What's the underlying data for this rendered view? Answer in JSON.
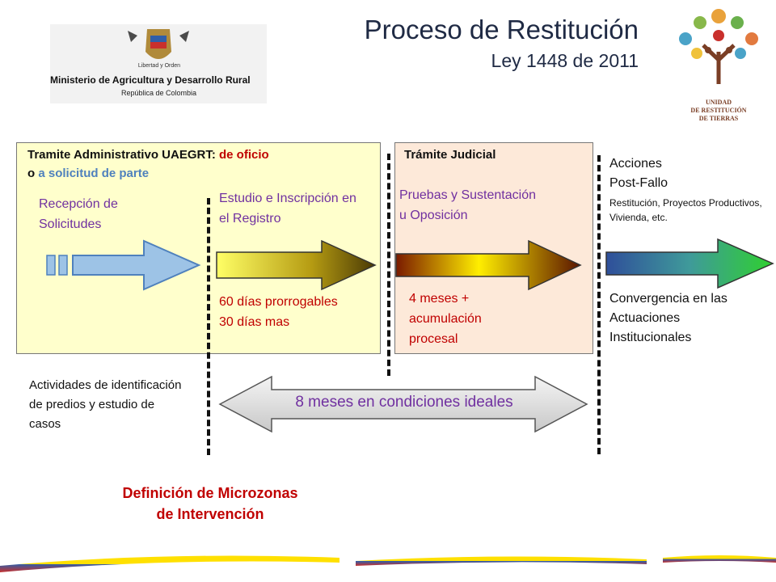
{
  "header": {
    "title": "Proceso de Restitución",
    "subtitle": "Ley 1448 de 2011"
  },
  "ministry_logo": {
    "motto": "Libertad y Orden",
    "name": "Ministerio de Agricultura y Desarrollo Rural",
    "country": "República de Colombia"
  },
  "unit_logo": {
    "line1": "UNIDAD",
    "line2": "DE RESTITUCIÓN",
    "line3": "DE TIERRAS"
  },
  "admin": {
    "header_a": "Tramite Administrativo  UAEGRT: ",
    "header_b": "de oficio",
    "header_c": "o ",
    "header_d": "a solicitud de parte",
    "step1": "Recepción de Solicitudes",
    "step2": "Estudio e Inscripción en el Registro",
    "duration": "60 días prorrogables 30 días mas"
  },
  "judicial": {
    "header": "Trámite Judicial",
    "step": "Pruebas y Sustentación u Oposición",
    "duration": "4 meses + acumulación procesal"
  },
  "post": {
    "title": "Acciones Post-Fallo",
    "detail": "Restitución, Proyectos Productivos, Vivienda, etc.",
    "convergence": "Convergencia en las Actuaciones Institucionales"
  },
  "bottom": {
    "activities": "Actividades de identificación de predios y estudio de casos",
    "timeline": "8 meses en condiciones ideales",
    "definition": "Definición de Microzonas de Intervención"
  },
  "colors": {
    "purple": "#7030a0",
    "red": "#c00000",
    "blue": "#4f81bd",
    "admin_box": "#ffffcc",
    "judicial_box": "#fde9d9"
  }
}
